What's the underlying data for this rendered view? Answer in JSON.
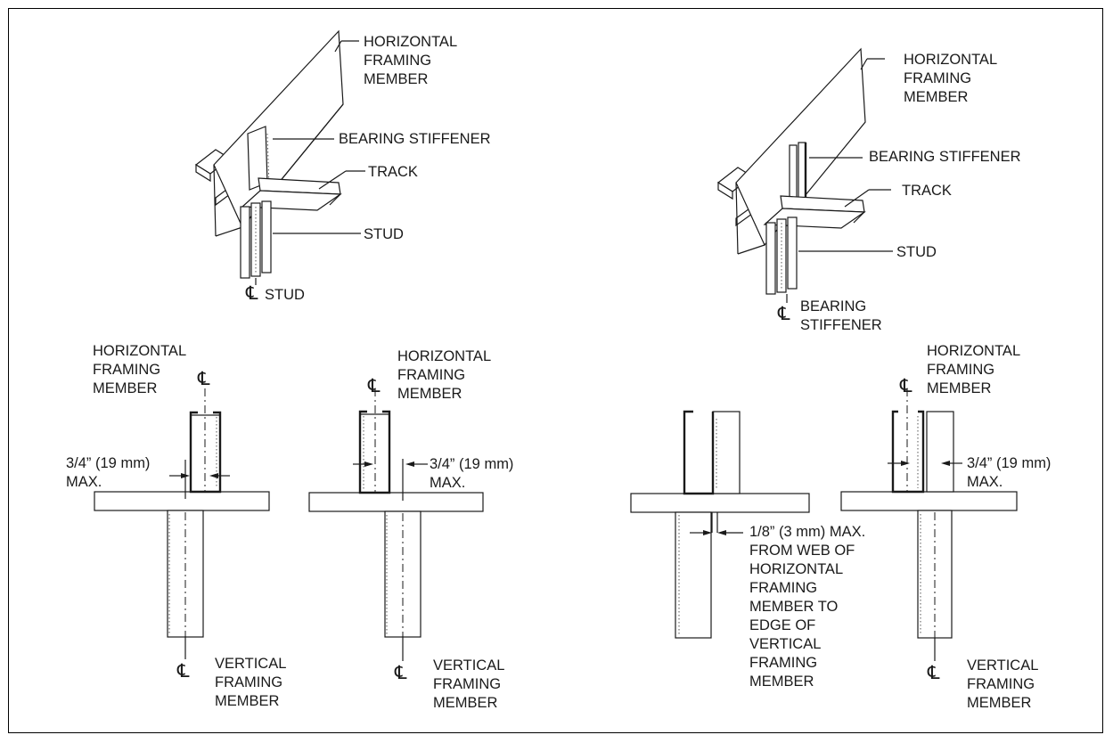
{
  "labels": {
    "horizontal_framing_member": "HORIZONTAL\nFRAMING\nMEMBER",
    "bearing_stiffener": "BEARING STIFFENER",
    "track": "TRACK",
    "stud": "STUD",
    "cl_stud": "STUD",
    "cl_bearing_stiffener": "BEARING\nSTIFFENER",
    "vertical_framing_member": "VERTICAL\nFRAMING\nMEMBER",
    "dim_3_4": "3/4” (19 mm)\nMAX.",
    "dim_1_8": "1/8” (3 mm) MAX.\nFROM WEB OF\nHORIZONTAL\nFRAMING\nMEMBER TO\nEDGE OF\nVERTICAL\nFRAMING\nMEMBER"
  },
  "centerline_symbol": "℄"
}
